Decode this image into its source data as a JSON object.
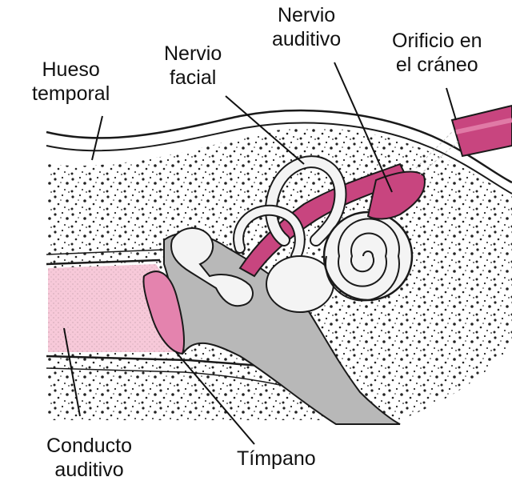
{
  "labels": {
    "hueso_temporal": [
      "Hueso",
      "temporal"
    ],
    "nervio_facial": [
      "Nervio",
      "facial"
    ],
    "nervio_auditivo": [
      "Nervio",
      "auditivo"
    ],
    "orificio_craneo": [
      "Orificio en",
      "el cráneo"
    ],
    "conducto_auditivo": [
      "Conducto",
      "auditivo"
    ],
    "timpano": [
      "Tímpano"
    ]
  },
  "colors": {
    "nerve": "#c8457f",
    "nerve_light": "#e07aa6",
    "canal": "#f7c9d9",
    "eardrum": "#e483ae",
    "middle_ear": "#b8b8b8",
    "bone_dots": "#222222",
    "outline": "#1a1a1a"
  }
}
